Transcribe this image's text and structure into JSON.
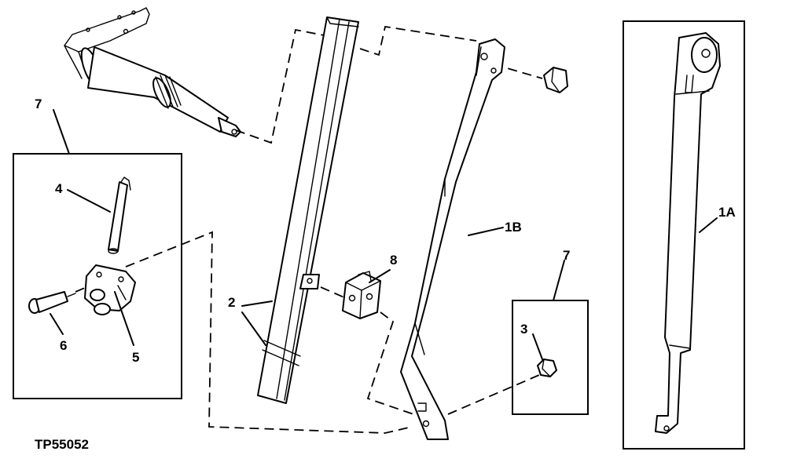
{
  "figure_id": "TP55052",
  "callouts": {
    "wiper_arm_assembly": "1A",
    "wiper_arm": "1B",
    "wiper_blade_track": "2",
    "nut": "3",
    "washer_hose": "4",
    "nozzle_bracket": "5",
    "nozzle_screw": "6",
    "inset_left": "7",
    "inset_right": "7",
    "clip": "8"
  }
}
